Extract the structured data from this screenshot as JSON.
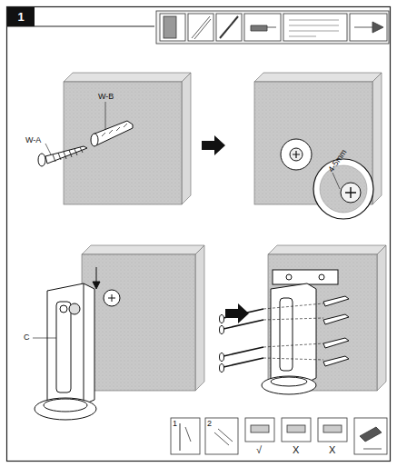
{
  "diagram": {
    "nodes": [
      {
        "text": [
          "1"
        ]
      }
    ],
    "labels": [
      "W-A",
      "W-B",
      "4-5mm",
      "C",
      "1",
      "2",
      "√",
      "X",
      "X"
    ]
  }
}
